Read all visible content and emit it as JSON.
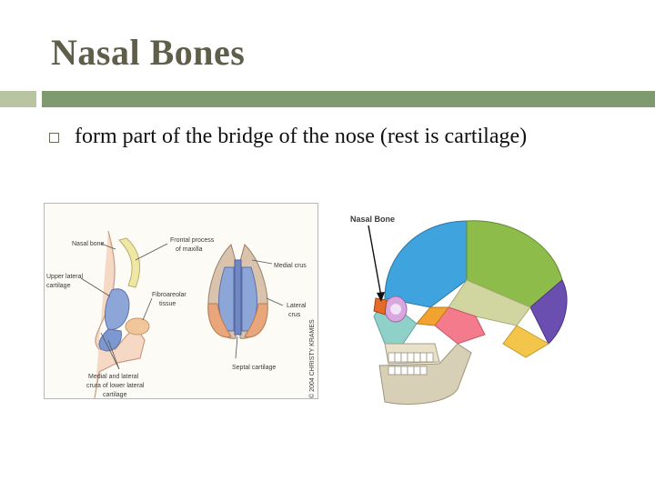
{
  "slide": {
    "title": "Nasal Bones",
    "bullets": [
      "form part of the bridge of the nose (rest is cartilage)"
    ]
  },
  "figure_left": {
    "labels": {
      "nasal_bone": "Nasal bone",
      "frontal_process": "Frontal process",
      "of_maxilla": "of maxilla",
      "medial_crus": "Medial crus",
      "upper_lateral": "Upper lateral",
      "cartilage": "cartilage",
      "fibroareolar": "Fibroareolar",
      "tissue": "tissue",
      "lateral": "Lateral",
      "crus": "crus",
      "medial_and_lateral": "Medial and lateral",
      "crura_of_lower_lateral": "crura of lower lateral",
      "cartilage2": "cartilage",
      "septal_cartilage": "Septal cartilage",
      "copyright": "© 2004 CHRISTY KRAMES"
    }
  },
  "figure_right": {
    "label": "Nasal Bone"
  },
  "colors": {
    "title": "#5e5e4a",
    "bar_light": "#b9c4a3",
    "bar_dark": "#7f9a6e"
  }
}
